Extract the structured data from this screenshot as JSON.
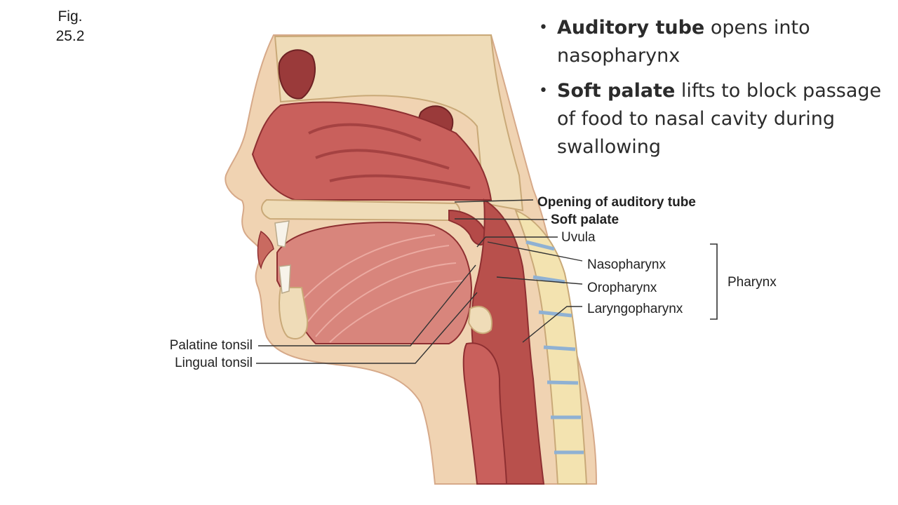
{
  "figure": {
    "line1": "Fig.",
    "line2": "25.2"
  },
  "bullets": [
    {
      "bold": "Auditory tube",
      "rest": " opens into nasopharynx"
    },
    {
      "bold": "Soft palate",
      "rest": " lifts to block passage of food to nasal cavity during swallowing"
    }
  ],
  "labels": {
    "opening_auditory_tube": "Opening of auditory tube",
    "soft_palate": "Soft palate",
    "uvula": "Uvula",
    "nasopharynx": "Nasopharynx",
    "oropharynx": "Oropharynx",
    "laryngopharynx": "Laryngopharynx",
    "pharynx": "Pharynx",
    "palatine_tonsil": "Palatine tonsil",
    "lingual_tonsil": "Lingual tonsil"
  },
  "colors": {
    "tissue": "#c9605c",
    "tissue_dark": "#8e2f31",
    "tissue_light": "#e7a6a0",
    "bone": "#efdcb8",
    "bone_edge": "#c9a978",
    "skin": "#f0d3b2",
    "vertebra": "#f3e3b0",
    "disc": "#b9cfe4"
  }
}
